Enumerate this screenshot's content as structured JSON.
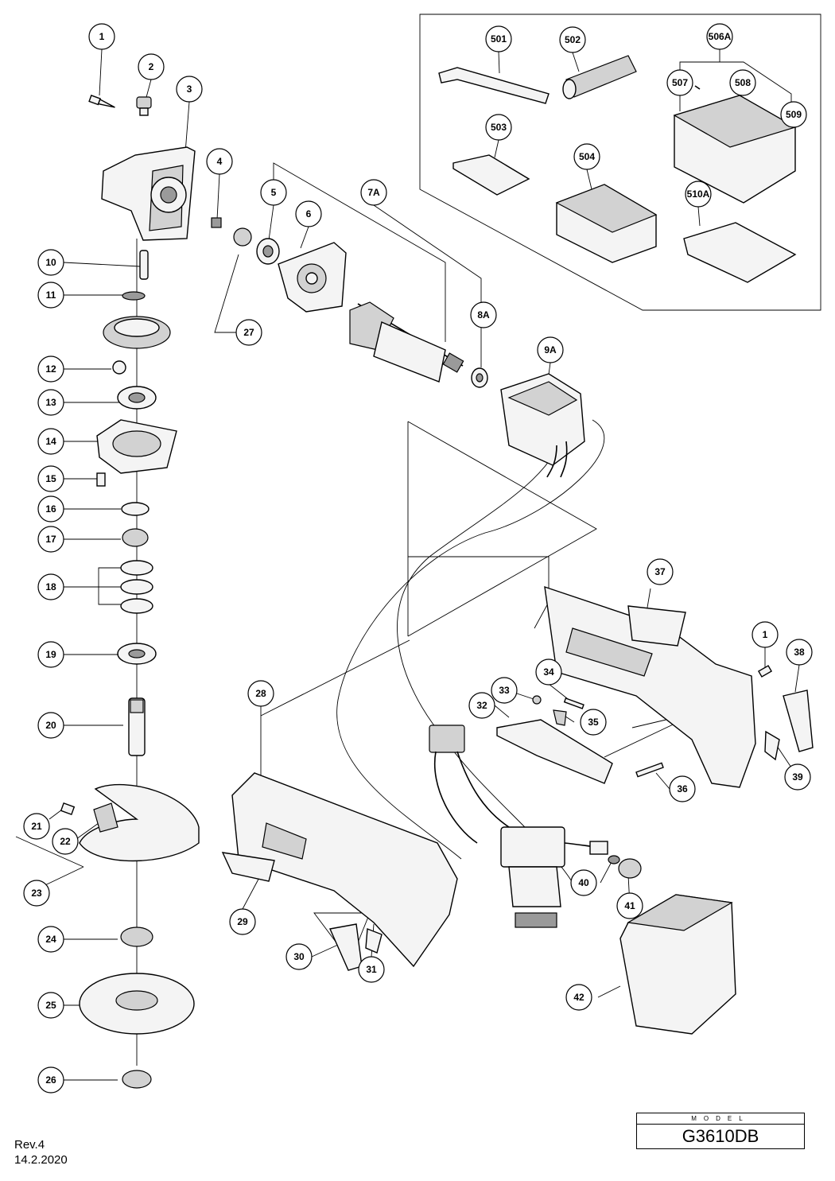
{
  "callouts": {
    "c1a": "1",
    "c2": "2",
    "c3": "3",
    "c4": "4",
    "c5": "5",
    "c6": "6",
    "c7a": "7A",
    "c8a": "8A",
    "c9a": "9A",
    "c10": "10",
    "c11": "11",
    "c12": "12",
    "c13": "13",
    "c14": "14",
    "c15": "15",
    "c16": "16",
    "c17": "17",
    "c18": "18",
    "c19": "19",
    "c20": "20",
    "c21": "21",
    "c22": "22",
    "c23": "23",
    "c24": "24",
    "c25": "25",
    "c26": "26",
    "c27": "27",
    "c28": "28",
    "c29": "29",
    "c30": "30",
    "c31": "31",
    "c32": "32",
    "c33": "33",
    "c34": "34",
    "c35": "35",
    "c36": "36",
    "c37": "37",
    "c1b": "1",
    "c38": "38",
    "c39": "39",
    "c40": "40",
    "c41": "41",
    "c42": "42",
    "c501": "501",
    "c502": "502",
    "c503": "503",
    "c504": "504",
    "c506a": "506A",
    "c507": "507",
    "c508": "508",
    "c509": "509",
    "c510a": "510A"
  },
  "model": {
    "label": "MODEL",
    "value": "G3610DB"
  },
  "revision": {
    "rev": "Rev.4",
    "date": "14.2.2020"
  }
}
